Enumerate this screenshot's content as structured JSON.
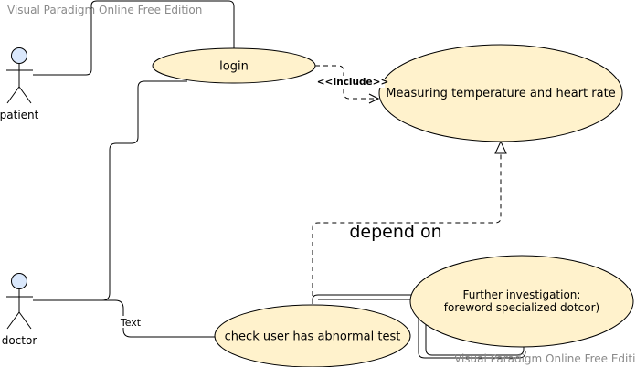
{
  "watermark": {
    "top": "Visual Paradigm Online Free Edition",
    "bottom": "Visual Paradigm Online Free Edition"
  },
  "actors": {
    "patient": "patient",
    "doctor": "doctor"
  },
  "use_cases": {
    "login": "login",
    "measuring": "Measuring temperature and heart rate",
    "check": "check user has abnormal test",
    "further_line1": "Further investigation:",
    "further_line2": "foreword specialized dotcor)"
  },
  "relations": {
    "include": "<<Include>>",
    "depend_on": "depend on",
    "text": "Text"
  },
  "colors": {
    "use_case_fill": "#fff2cc",
    "actor_head_fill": "#dae8fc",
    "stroke": "#000000"
  }
}
